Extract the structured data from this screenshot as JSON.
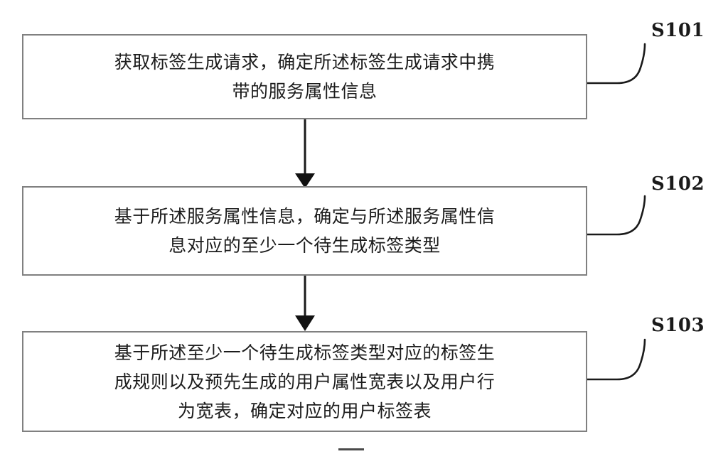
{
  "figure": {
    "kind": "patent-flowchart",
    "orientation": "vertical",
    "background_color": "#ffffff",
    "box_border_color": "#808080",
    "text_color": "#1c1c1c",
    "connector_color": "#1a1a1a"
  },
  "steps": [
    {
      "ref": "S101",
      "text": "获取标签生成请求，确定所述标签生成请求中携\n带的服务属性信息",
      "lines": [
        "获取标签生成请求，确定所述标签生成请求中携",
        "带的服务属性信息"
      ]
    },
    {
      "ref": "S102",
      "text": "基于所述服务属性信息，确定与所述服务属性信\n息对应的至少一个待生成标签类型",
      "lines": [
        "基于所述服务属性信息，确定与所述服务属性信",
        "息对应的至少一个待生成标签类型"
      ]
    },
    {
      "ref": "S103",
      "text": "基于所述至少一个待生成标签类型对应的标签生\n成规则以及预先生成的用户属性宽表以及用户行\n为宽表，确定对应的用户标签表",
      "lines": [
        "基于所述至少一个待生成标签类型对应的标签生",
        "成规则以及预先生成的用户属性宽表以及用户行",
        "为宽表，确定对应的用户标签表"
      ]
    }
  ],
  "connectors": [
    {
      "from": "S101",
      "to": "S102",
      "style": "solid-line-filled-arrowhead"
    },
    {
      "from": "S102",
      "to": "S103",
      "style": "solid-line-filled-arrowhead"
    }
  ],
  "leader_lines": [
    {
      "for": "S101",
      "style": "s-curve"
    },
    {
      "for": "S102",
      "style": "s-curve"
    },
    {
      "for": "S103",
      "style": "s-curve"
    }
  ]
}
